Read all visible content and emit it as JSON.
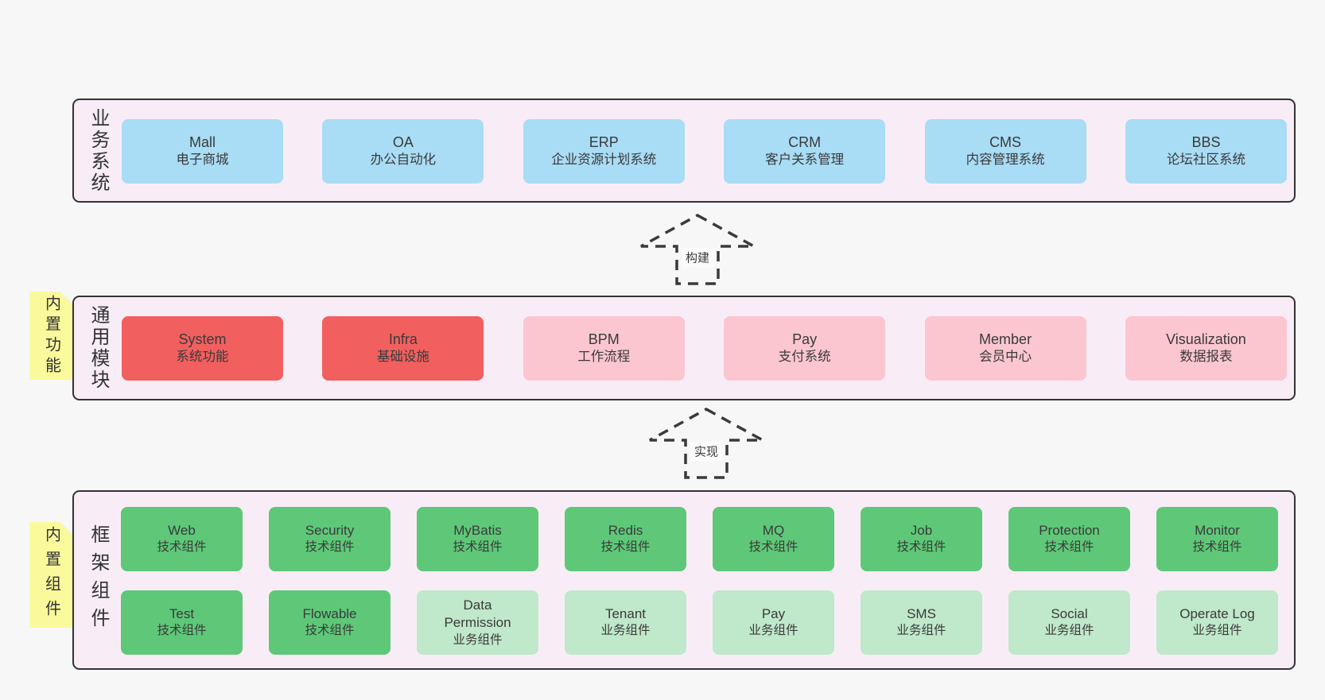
{
  "colors": {
    "page_bg": "#f7f7f7",
    "container_bg": "#f8edf7",
    "container_border": "#333333",
    "box_blue": "#a9dcf5",
    "box_red": "#f25f5f",
    "box_pink": "#fbc6d0",
    "box_green": "#5ec878",
    "box_green_light": "#c0e8ca",
    "note_bg": "#fafa9c",
    "note_fold": "#bdbdbd",
    "text": "#3a3a3a"
  },
  "sections": {
    "business": {
      "side_label": "业务系统",
      "boxes": [
        {
          "title": "Mall",
          "subtitle": "电子商城"
        },
        {
          "title": "OA",
          "subtitle": "办公自动化"
        },
        {
          "title": "ERP",
          "subtitle": "企业资源计划系统"
        },
        {
          "title": "CRM",
          "subtitle": "客户关系管理"
        },
        {
          "title": "CMS",
          "subtitle": "内容管理系统"
        },
        {
          "title": "BBS",
          "subtitle": "论坛社区系统"
        }
      ]
    },
    "modules": {
      "side_label": "通用模块",
      "note": "内置功能",
      "boxes": [
        {
          "title": "System",
          "subtitle": "系统功能"
        },
        {
          "title": "Infra",
          "subtitle": "基础设施"
        },
        {
          "title": "BPM",
          "subtitle": "工作流程"
        },
        {
          "title": "Pay",
          "subtitle": "支付系统"
        },
        {
          "title": "Member",
          "subtitle": "会员中心"
        },
        {
          "title": "Visualization",
          "subtitle": "数据报表"
        }
      ]
    },
    "components": {
      "side_label": "框架组件",
      "note": "内置组件",
      "row1": [
        {
          "title": "Web",
          "subtitle": "技术组件"
        },
        {
          "title": "Security",
          "subtitle": "技术组件"
        },
        {
          "title": "MyBatis",
          "subtitle": "技术组件"
        },
        {
          "title": "Redis",
          "subtitle": "技术组件"
        },
        {
          "title": "MQ",
          "subtitle": "技术组件"
        },
        {
          "title": "Job",
          "subtitle": "技术组件"
        },
        {
          "title": "Protection",
          "subtitle": "技术组件"
        },
        {
          "title": "Monitor",
          "subtitle": "技术组件"
        }
      ],
      "row2": [
        {
          "title": "Test",
          "subtitle": "技术组件"
        },
        {
          "title": "Flowable",
          "subtitle": "技术组件"
        },
        {
          "title": "Data Permission",
          "subtitle": "业务组件"
        },
        {
          "title": "Tenant",
          "subtitle": "业务组件"
        },
        {
          "title": "Pay",
          "subtitle": "业务组件"
        },
        {
          "title": "SMS",
          "subtitle": "业务组件"
        },
        {
          "title": "Social",
          "subtitle": "业务组件"
        },
        {
          "title": "Operate Log",
          "subtitle": "业务组件"
        }
      ]
    }
  },
  "arrows": [
    {
      "label": "构建"
    },
    {
      "label": "实现"
    }
  ]
}
